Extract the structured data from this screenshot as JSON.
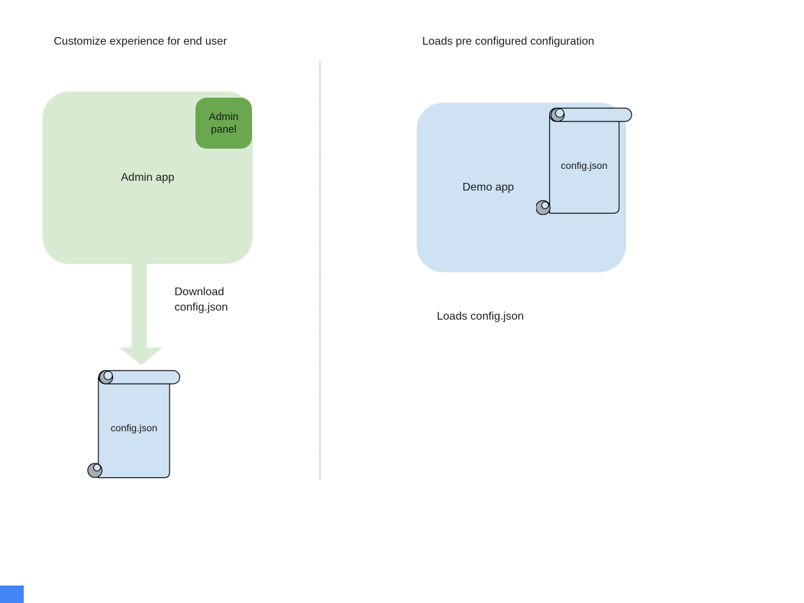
{
  "left_section": {
    "title": "Customize experience for end user",
    "admin_app_label": "Admin app",
    "admin_panel_label": "Admin panel",
    "arrow_label": "Download\nconfig.json",
    "config_file_label": "config.json"
  },
  "right_section": {
    "title": "Loads pre configured configuration",
    "demo_app_label": "Demo app",
    "config_file_label": "config.json",
    "caption": "Loads config.json"
  },
  "colors": {
    "admin_app_fill": "#d9ead3",
    "admin_panel_fill": "#6aa84f",
    "demo_app_fill": "#cfe2f3",
    "scroll_fill": "#cfe2f3",
    "scroll_curl_gray": "#a5adb5",
    "outline": "#000000",
    "arrow_fill": "#d9ead3",
    "divider_gray": "#6b6b6b",
    "corner_blue": "#4285f4"
  }
}
